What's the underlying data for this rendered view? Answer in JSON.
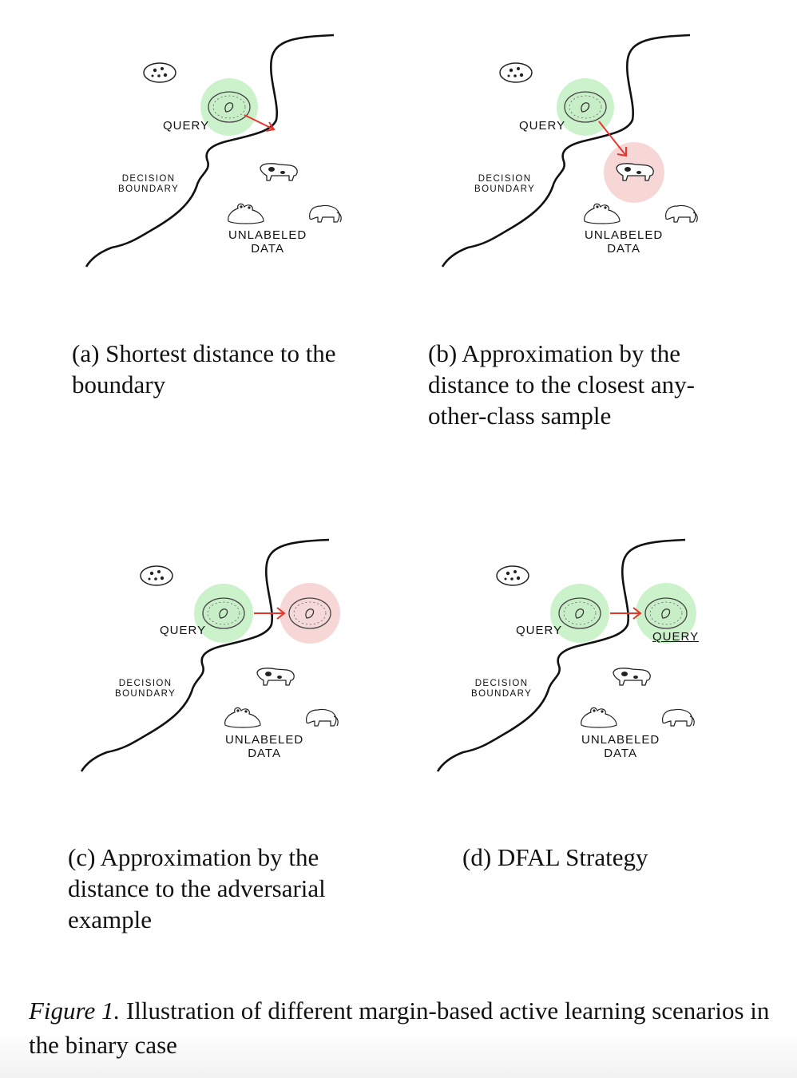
{
  "labels": {
    "query": "QUERY",
    "decision_boundary_line1": "DECISION",
    "decision_boundary_line2": "BOUNDARY",
    "unlabeled_line1": "UNLABELED",
    "unlabeled_line2": "DATA"
  },
  "panels": [
    {
      "id": "a",
      "caption": "(a) Shortest distance to the boundary"
    },
    {
      "id": "b",
      "caption": "(b) Approximation by the distance to the closest any-other-class sample"
    },
    {
      "id": "c",
      "caption": "(c) Approximation by the distance to the adversarial example"
    },
    {
      "id": "d",
      "caption": "(d) DFAL Strategy"
    }
  ],
  "figure_caption": {
    "prefix": "Figure 1.",
    "text": "Illustration of different margin-based active learning scenarios in the binary case"
  },
  "colors": {
    "query_halo": "#ccf2cc",
    "adversarial_halo": "#f7d6d6",
    "arrow": "#e8352c",
    "line": "#111111"
  }
}
